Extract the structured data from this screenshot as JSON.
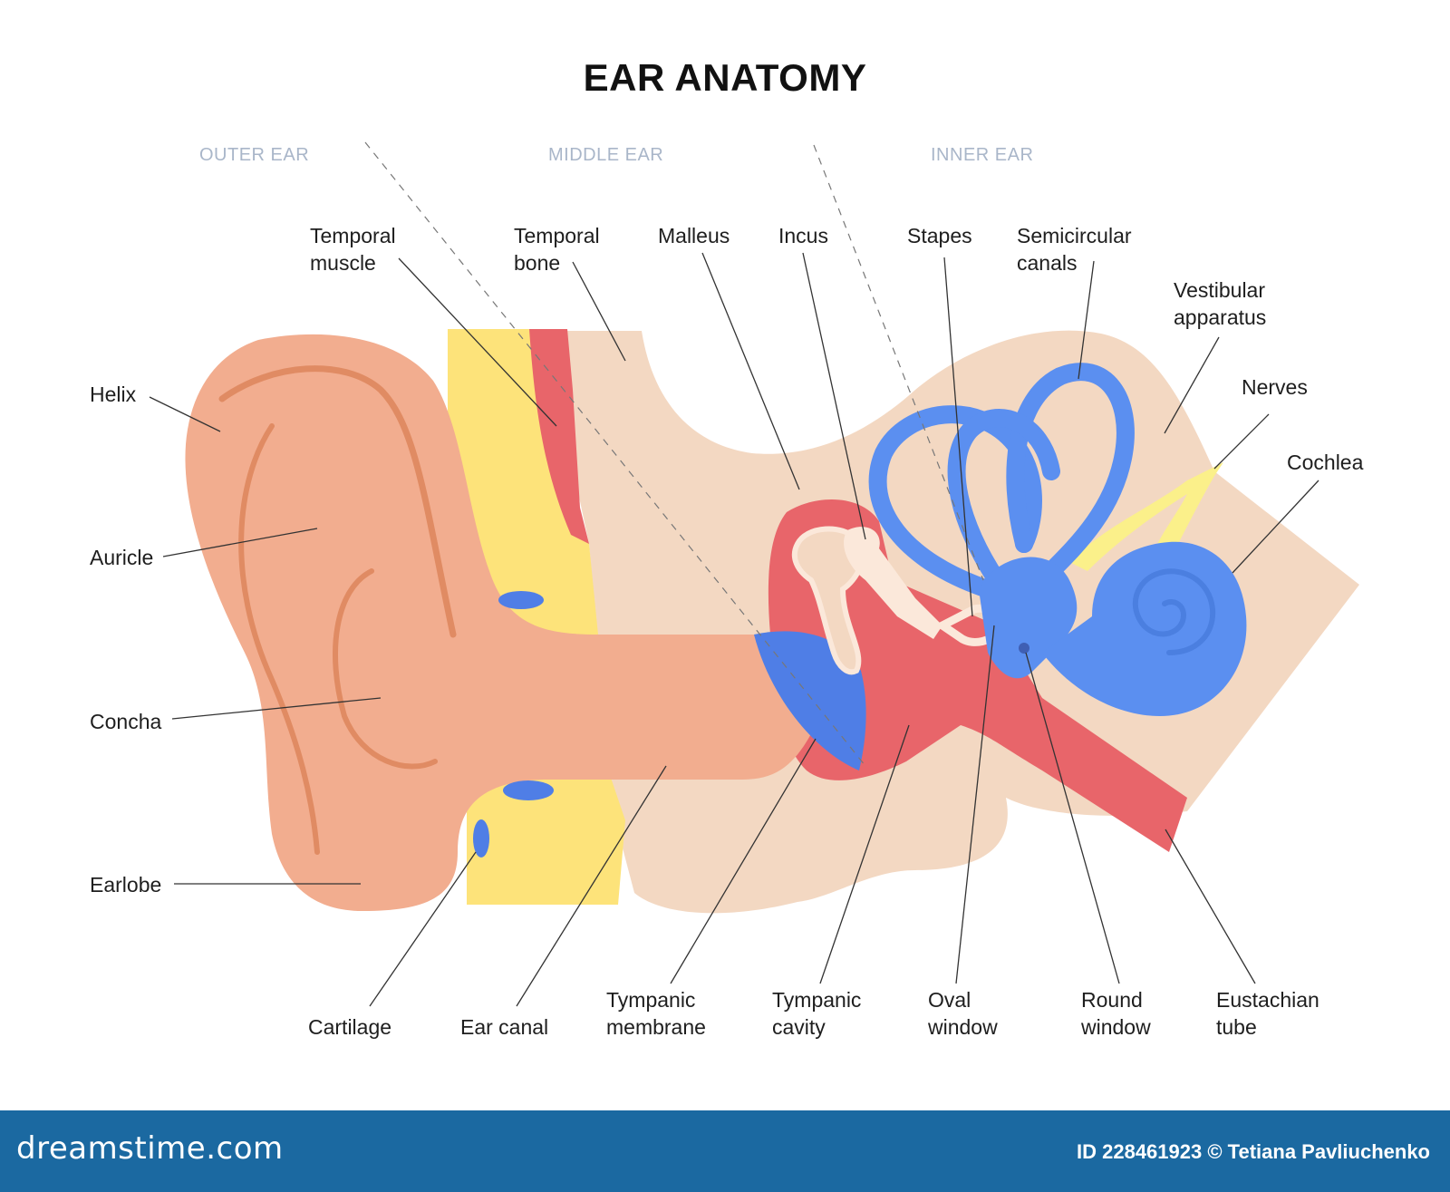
{
  "title": "EAR ANATOMY",
  "regions": {
    "outer": "OUTER EAR",
    "middle": "MIDDLE EAR",
    "inner": "INNER EAR"
  },
  "labels": {
    "temporal_muscle": [
      "Temporal",
      "muscle"
    ],
    "temporal_bone": [
      "Temporal",
      "bone"
    ],
    "malleus": [
      "Malleus"
    ],
    "incus": [
      "Incus"
    ],
    "stapes": [
      "Stapes"
    ],
    "semicircular_canals": [
      "Semicircular",
      "canals"
    ],
    "vestibular_apparatus": [
      "Vestibular",
      "apparatus"
    ],
    "nerves": [
      "Nerves"
    ],
    "cochlea": [
      "Cochlea"
    ],
    "helix": [
      "Helix"
    ],
    "auricle": [
      "Auricle"
    ],
    "concha": [
      "Concha"
    ],
    "earlobe": [
      "Earlobe"
    ],
    "cartilage": [
      "Cartilage"
    ],
    "ear_canal": [
      "Ear canal"
    ],
    "tympanic_membrane": [
      "Tympanic",
      "membrane"
    ],
    "tympanic_cavity": [
      "Tympanic",
      "cavity"
    ],
    "oval_window": [
      "Oval",
      "window"
    ],
    "round_window": [
      "Round",
      "window"
    ],
    "eustachian_tube": [
      "Eustachian",
      "tube"
    ]
  },
  "colors": {
    "skin": "#f2ad8f",
    "skin_line": "#e08b63",
    "bone": "#f3d8c2",
    "cartilage": "#fde37a",
    "muscle": "#e8656a",
    "membrane": "#4f7ee6",
    "labyrinth": "#5b8ff0",
    "nerve": "#fbf08a",
    "ossicle": "#fbe8da",
    "footer": "#1b69a1"
  },
  "watermark": {
    "logo": "dreamstime.com",
    "credit": "ID 228461923 © Tetiana Pavliuchenko"
  }
}
